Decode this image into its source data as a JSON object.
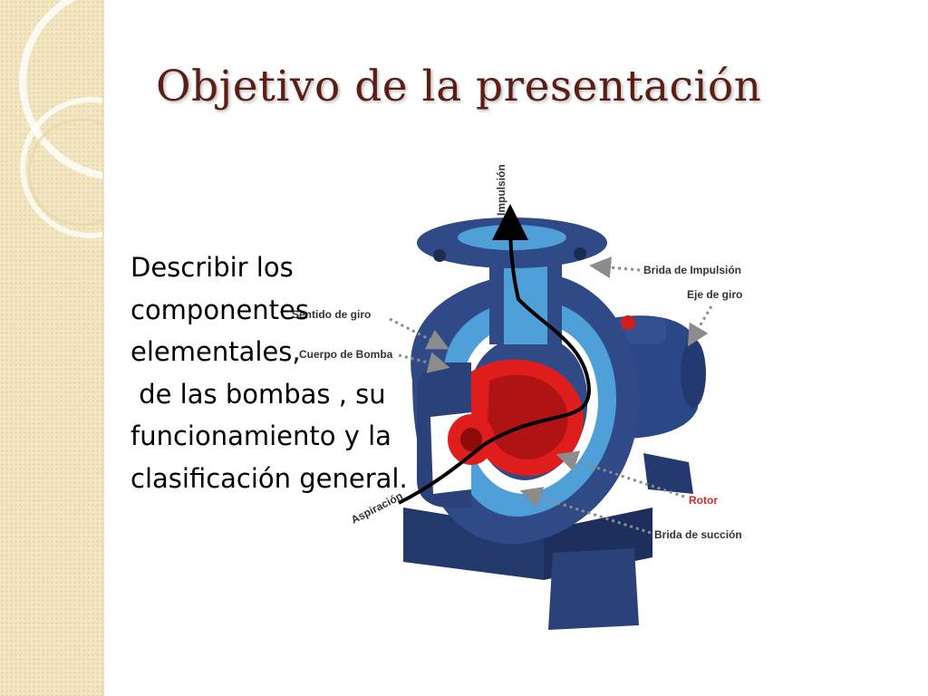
{
  "slide": {
    "title": "Objetivo de la presentación",
    "body_lines": [
      "Describir los",
      "componentes",
      "elementales,",
      " de las bombas , su",
      "funcionamiento y la",
      "clasificación general."
    ]
  },
  "figure": {
    "labels": {
      "impulsion": "Impulsión",
      "brida_impulsion": "Brida de Impulsión",
      "eje_giro": "Eje de giro",
      "sentido_giro": "Sentido de giro",
      "cuerpo_bomba": "Cuerpo de Bomba",
      "rotor": "Rotor",
      "brida_succion": "Brida de succión",
      "aspiracion": "Aspiración"
    }
  },
  "colors": {
    "title": "#5b1d14",
    "side_strip": "#f3e6c2",
    "pump_body": "#2f4a86",
    "pump_inner": "#4f9fd8",
    "rotor": "#e01d1d",
    "rotor_label": "#d42a2a"
  }
}
